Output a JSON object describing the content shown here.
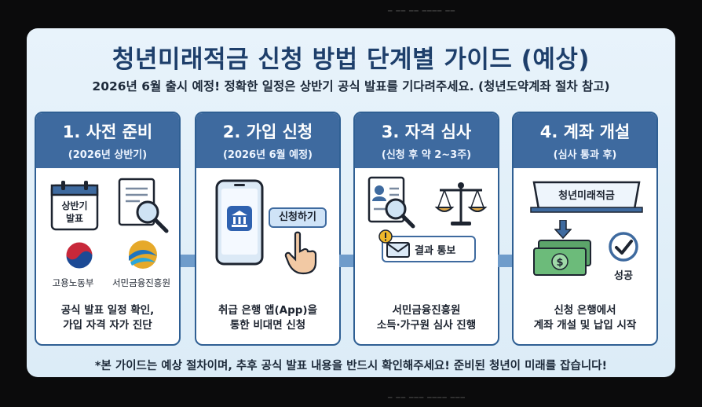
{
  "title": "청년미래적금 신청 방법 단계별 가이드 (예상)",
  "subtitle": "2026년 6월 출시 예정! 정확한 일정은 상반기 공식 발표를 기다려주세요. (청년도약계좌 절차 참고)",
  "steps": [
    {
      "title": "1. 사전 준비",
      "subtitle": "(2026년 상반기)",
      "calendar_text": "상반기\n발표",
      "logo_left": "고용노동부",
      "logo_right": "서민금융진흥원",
      "description": "공식 발표 일정 확인,\n가입 자격 자가 진단"
    },
    {
      "title": "2. 가입 신청",
      "subtitle": "(2026년 6월 예정)",
      "button_label": "신청하기",
      "description": "취급 은행 앱(App)을\n통한 비대면 신청"
    },
    {
      "title": "3. 자격 심사",
      "subtitle": "(신청 후 약 2~3주)",
      "notice_label": "결과 통보",
      "description": "서민금융진흥원\n소득·가구원 심사 진행"
    },
    {
      "title": "4. 계좌 개설",
      "subtitle": "(심사 통과 후)",
      "bank_sign": "청년미래적금",
      "success_label": "성공",
      "description": "신청 은행에서\n계좌 개설 및 납입 시작"
    }
  ],
  "footer": "*본 가이드는 예상 절차이며, 추후 공식 발표 내용을 반드시 확인해주세요! 준비된 청년이 미래를 잡습니다!",
  "colors": {
    "header": "#3e6a9f",
    "title": "#1e3f6b",
    "arrow": "#6f9ccb",
    "accent_red": "#c8283a"
  },
  "icons": [
    "calendar-icon",
    "document-search-icon",
    "ministry-logo",
    "kinfa-logo",
    "smartphone-icon",
    "bank-icon",
    "pointing-hand-icon",
    "profile-document-icon",
    "magnifier-icon",
    "scale-icon",
    "envelope-icon",
    "alert-icon",
    "bank-sign-icon",
    "down-arrow-icon",
    "money-icon",
    "check-icon"
  ]
}
